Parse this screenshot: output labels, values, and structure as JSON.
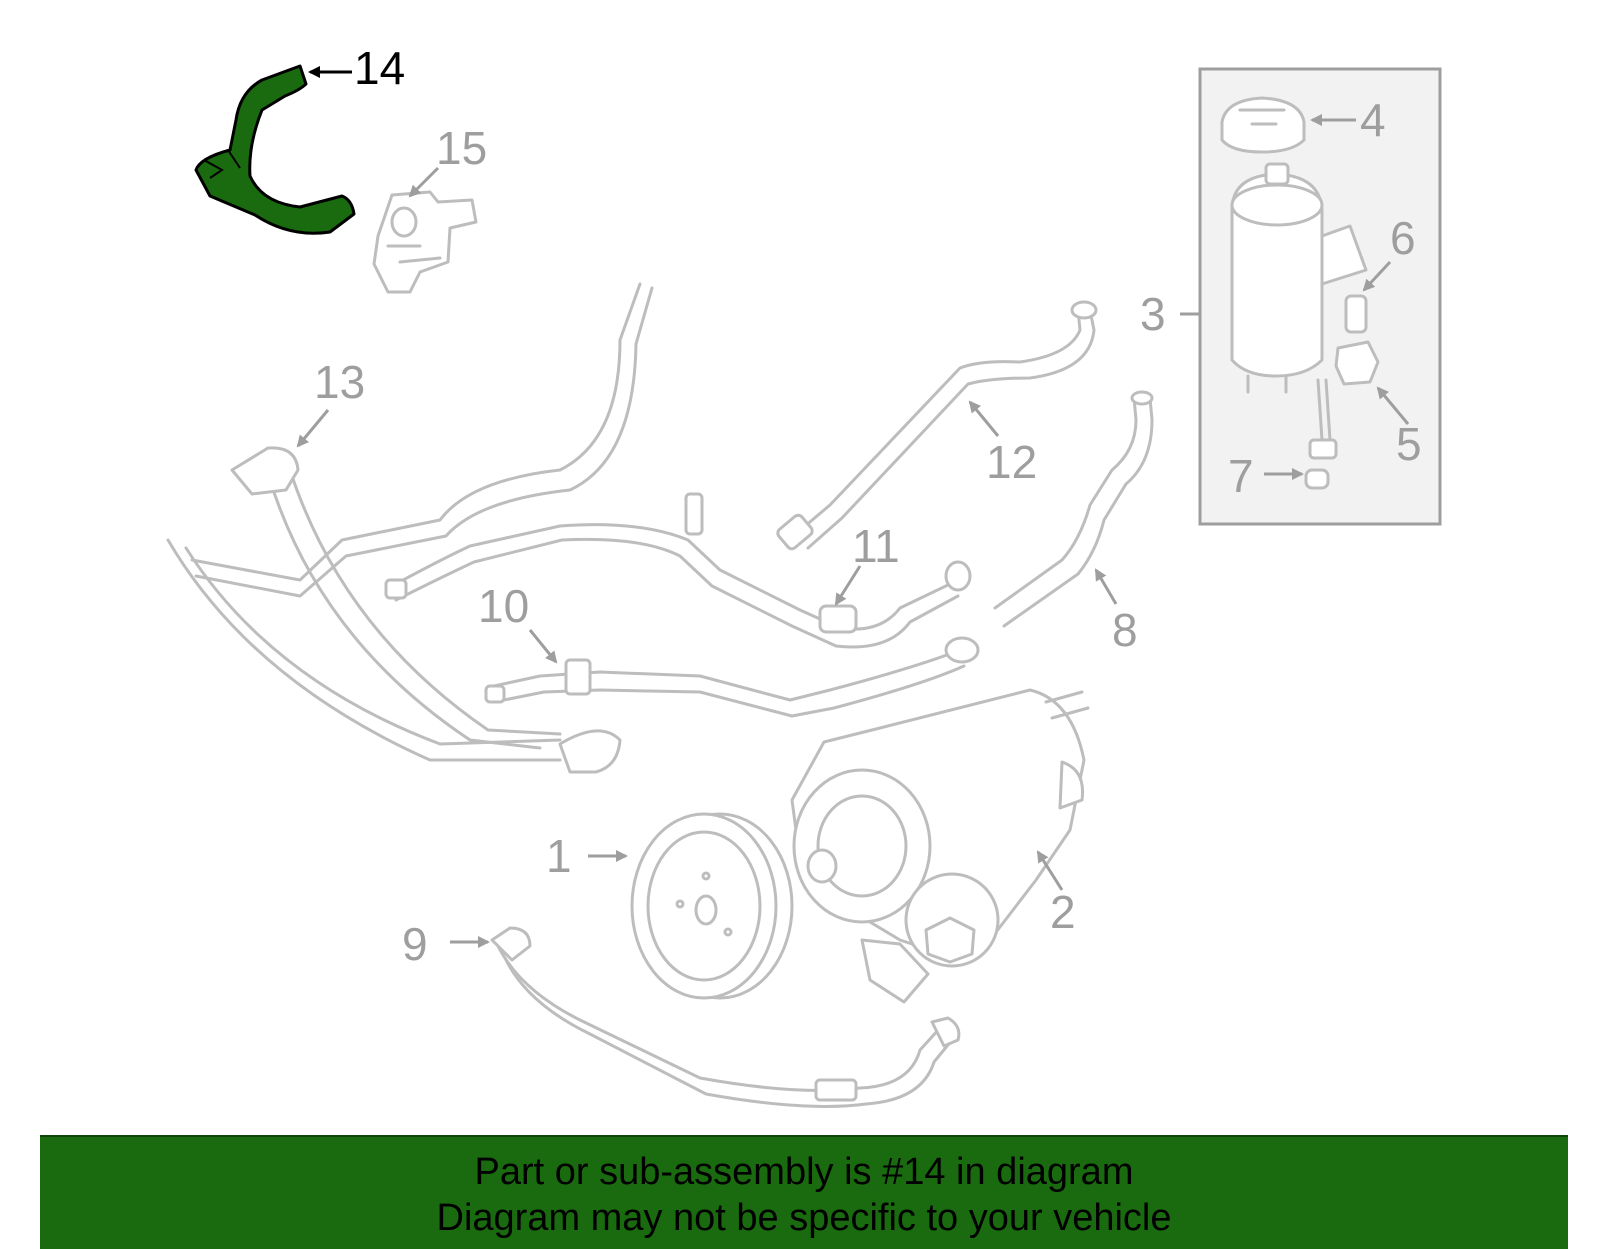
{
  "diagram": {
    "highlight_color": "#1a6b0f",
    "callouts": [
      "1",
      "2",
      "3",
      "4",
      "5",
      "6",
      "7",
      "8",
      "9",
      "10",
      "11",
      "12",
      "13",
      "14",
      "15"
    ],
    "highlighted_part": "14"
  },
  "banner": {
    "line1": "Part or sub-assembly is #14 in diagram",
    "line2": "Diagram may not be specific to your vehicle"
  }
}
